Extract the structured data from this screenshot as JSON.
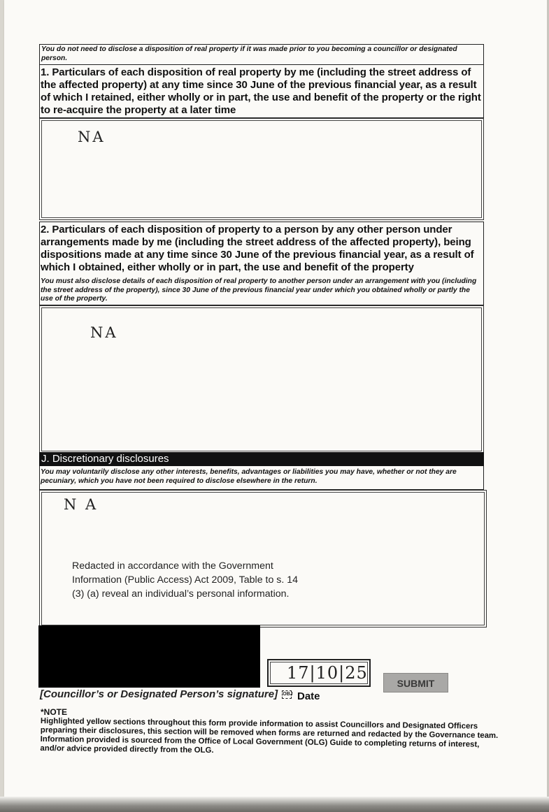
{
  "section_i": {
    "intro_note": "You do not need to disclose a disposition of real property if it was made prior to you becoming a councillor or designated person.",
    "q1": {
      "label": "1. Particulars of each disposition of real property by me (including the street address of the affected property) at any time since 30 June of the previous financial year, as a result of which I retained, either wholly or in part, the use and benefit of the property or the right to re-acquire the property at a later time",
      "answer": "NA"
    },
    "q2": {
      "label": "2. Particulars of each disposition of property to a person by any other person under arrangements made by me (including the street address of the affected property), being dispositions made at any time since 30 June of the previous financial year, as a result of which I obtained, either wholly or in part, the use and benefit of the property",
      "note": "You must also disclose details of each disposition of real property to another person under an arrangement with you (including the street address of the property), since 30 June of the previous financial year under which you obtained wholly or partly the use of the property.",
      "answer": "NA"
    }
  },
  "section_j": {
    "title": "J. Discretionary disclosures",
    "note": "You may voluntarily disclose any other interests, benefits, advantages or liabilities you may have, whether or not they are pecuniary, which you have not been required to disclose elsewhere in the return.",
    "answer": "N A",
    "redaction_line1": "Redacted in accordance with the Government",
    "redaction_line2": "Information (Public Access) Act 2009, Table to s. 14",
    "redaction_line3": "(3) (a) reveal an individual’s personal information."
  },
  "signature": {
    "label": "[Councillor’s or Designated Person’s signature]",
    "icon_text": "OBJ",
    "date_value": "17|10|25",
    "date_label": "Date",
    "submit_label": "SUBMIT"
  },
  "note": {
    "title": "*NOTE",
    "body": "Highlighted yellow sections throughout this form provide information to assist Councillors and Designated Officers preparing their disclosures, this section will be removed when forms are returned and redacted by the Governance team. Information provided is sourced from the Office of Local Government (OLG) Guide to completing returns of interest, and/or advice provided directly from the OLG."
  }
}
